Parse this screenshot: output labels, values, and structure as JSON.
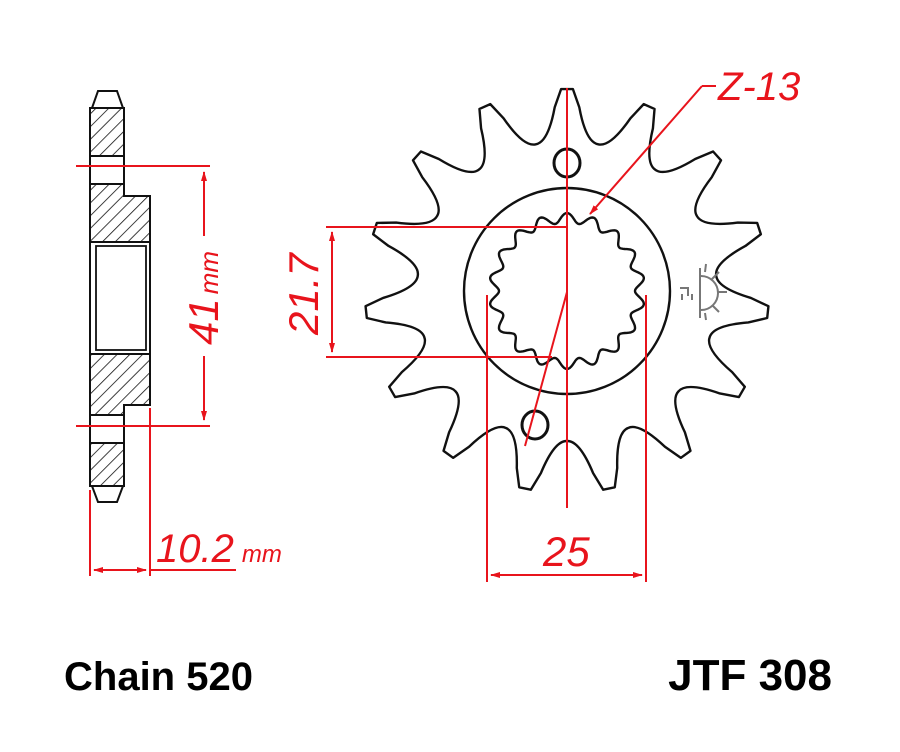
{
  "drawing": {
    "background": "#ffffff",
    "line_color": "#111111",
    "dimension_color": "#e8141c",
    "side_view": {
      "dimension_height_value": "41",
      "dimension_height_unit": "mm",
      "dimension_width_value": "10.2",
      "dimension_width_unit": "mm"
    },
    "front_view": {
      "teeth_label": "Z-13",
      "spline_diameter_label": "21.7",
      "bolt_spacing_label": "25",
      "outer_teeth_count": 15,
      "spline_count": 18
    },
    "footer": {
      "chain_label": "Chain 520",
      "part_number": "JTF 308"
    },
    "icons": {
      "symbol": "sun-rotation-symbol-icon"
    }
  }
}
